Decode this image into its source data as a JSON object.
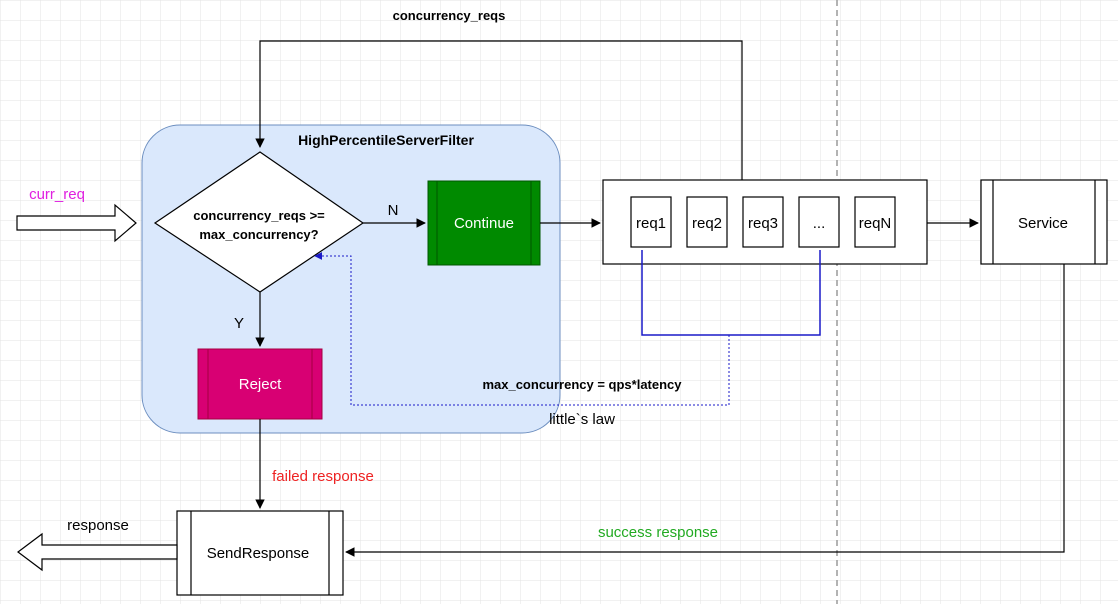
{
  "labels": {
    "top_loop": "concurrency_reqs",
    "curr_req": "curr_req",
    "filter_title": "HighPercentileServerFilter",
    "decision_line1": "concurrency_reqs >=",
    "decision_line2": "max_concurrency?",
    "branch_no": "N",
    "branch_yes": "Y",
    "continue": "Continue",
    "reject": "Reject",
    "service": "Service",
    "send_response": "SendResponse",
    "response": "response",
    "failed_response": "failed response",
    "success_response": "success response",
    "formula": "max_concurrency = qps*latency",
    "littles_law": "little`s law"
  },
  "queue_items": [
    "req1",
    "req2",
    "req3",
    "...",
    "reqN"
  ],
  "colors": {
    "curr_req": "#e020e0",
    "failed_response": "#ee2222",
    "success_response": "#22aa22",
    "filter_fill": "#dae8fc",
    "filter_stroke": "#6c8ebf",
    "continue_fill": "#008a00",
    "reject_fill": "#d80073",
    "blue_line": "#1a1ac8"
  }
}
